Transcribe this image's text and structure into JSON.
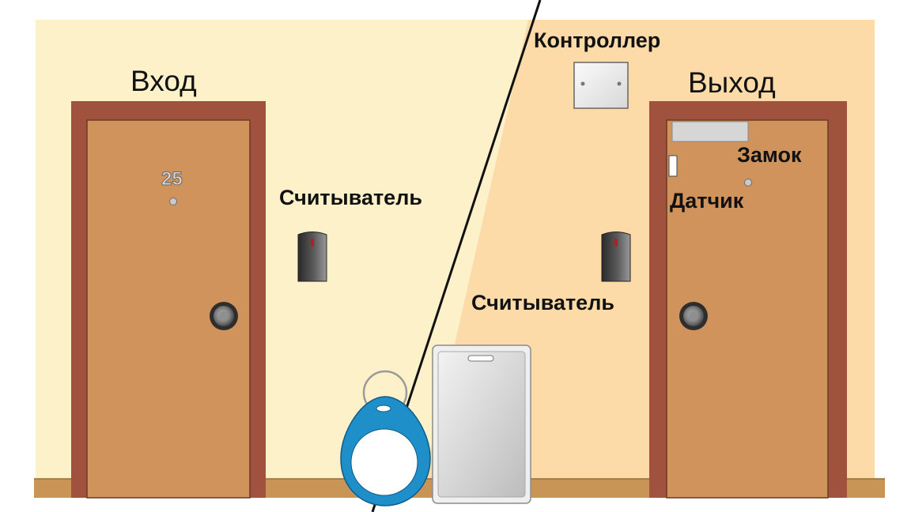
{
  "labels": {
    "entrance": "Вход",
    "exit": "Выход",
    "controller": "Контроллер",
    "lock": "Замок",
    "sensor": "Датчик",
    "reader_left": "Считыватель",
    "reader_right": "Считыватель",
    "door_number": "25"
  },
  "colors": {
    "wall_left": "#fdf1ca",
    "wall_right": "#fcdba9",
    "door_frame": "#a0523f",
    "door_leaf": "#d0935c",
    "baseboard": "#c99556",
    "keyfob_blue": "#1e8fc8",
    "card_gray": "#d4d4d4",
    "reader_dark": "#3a3a3a"
  }
}
